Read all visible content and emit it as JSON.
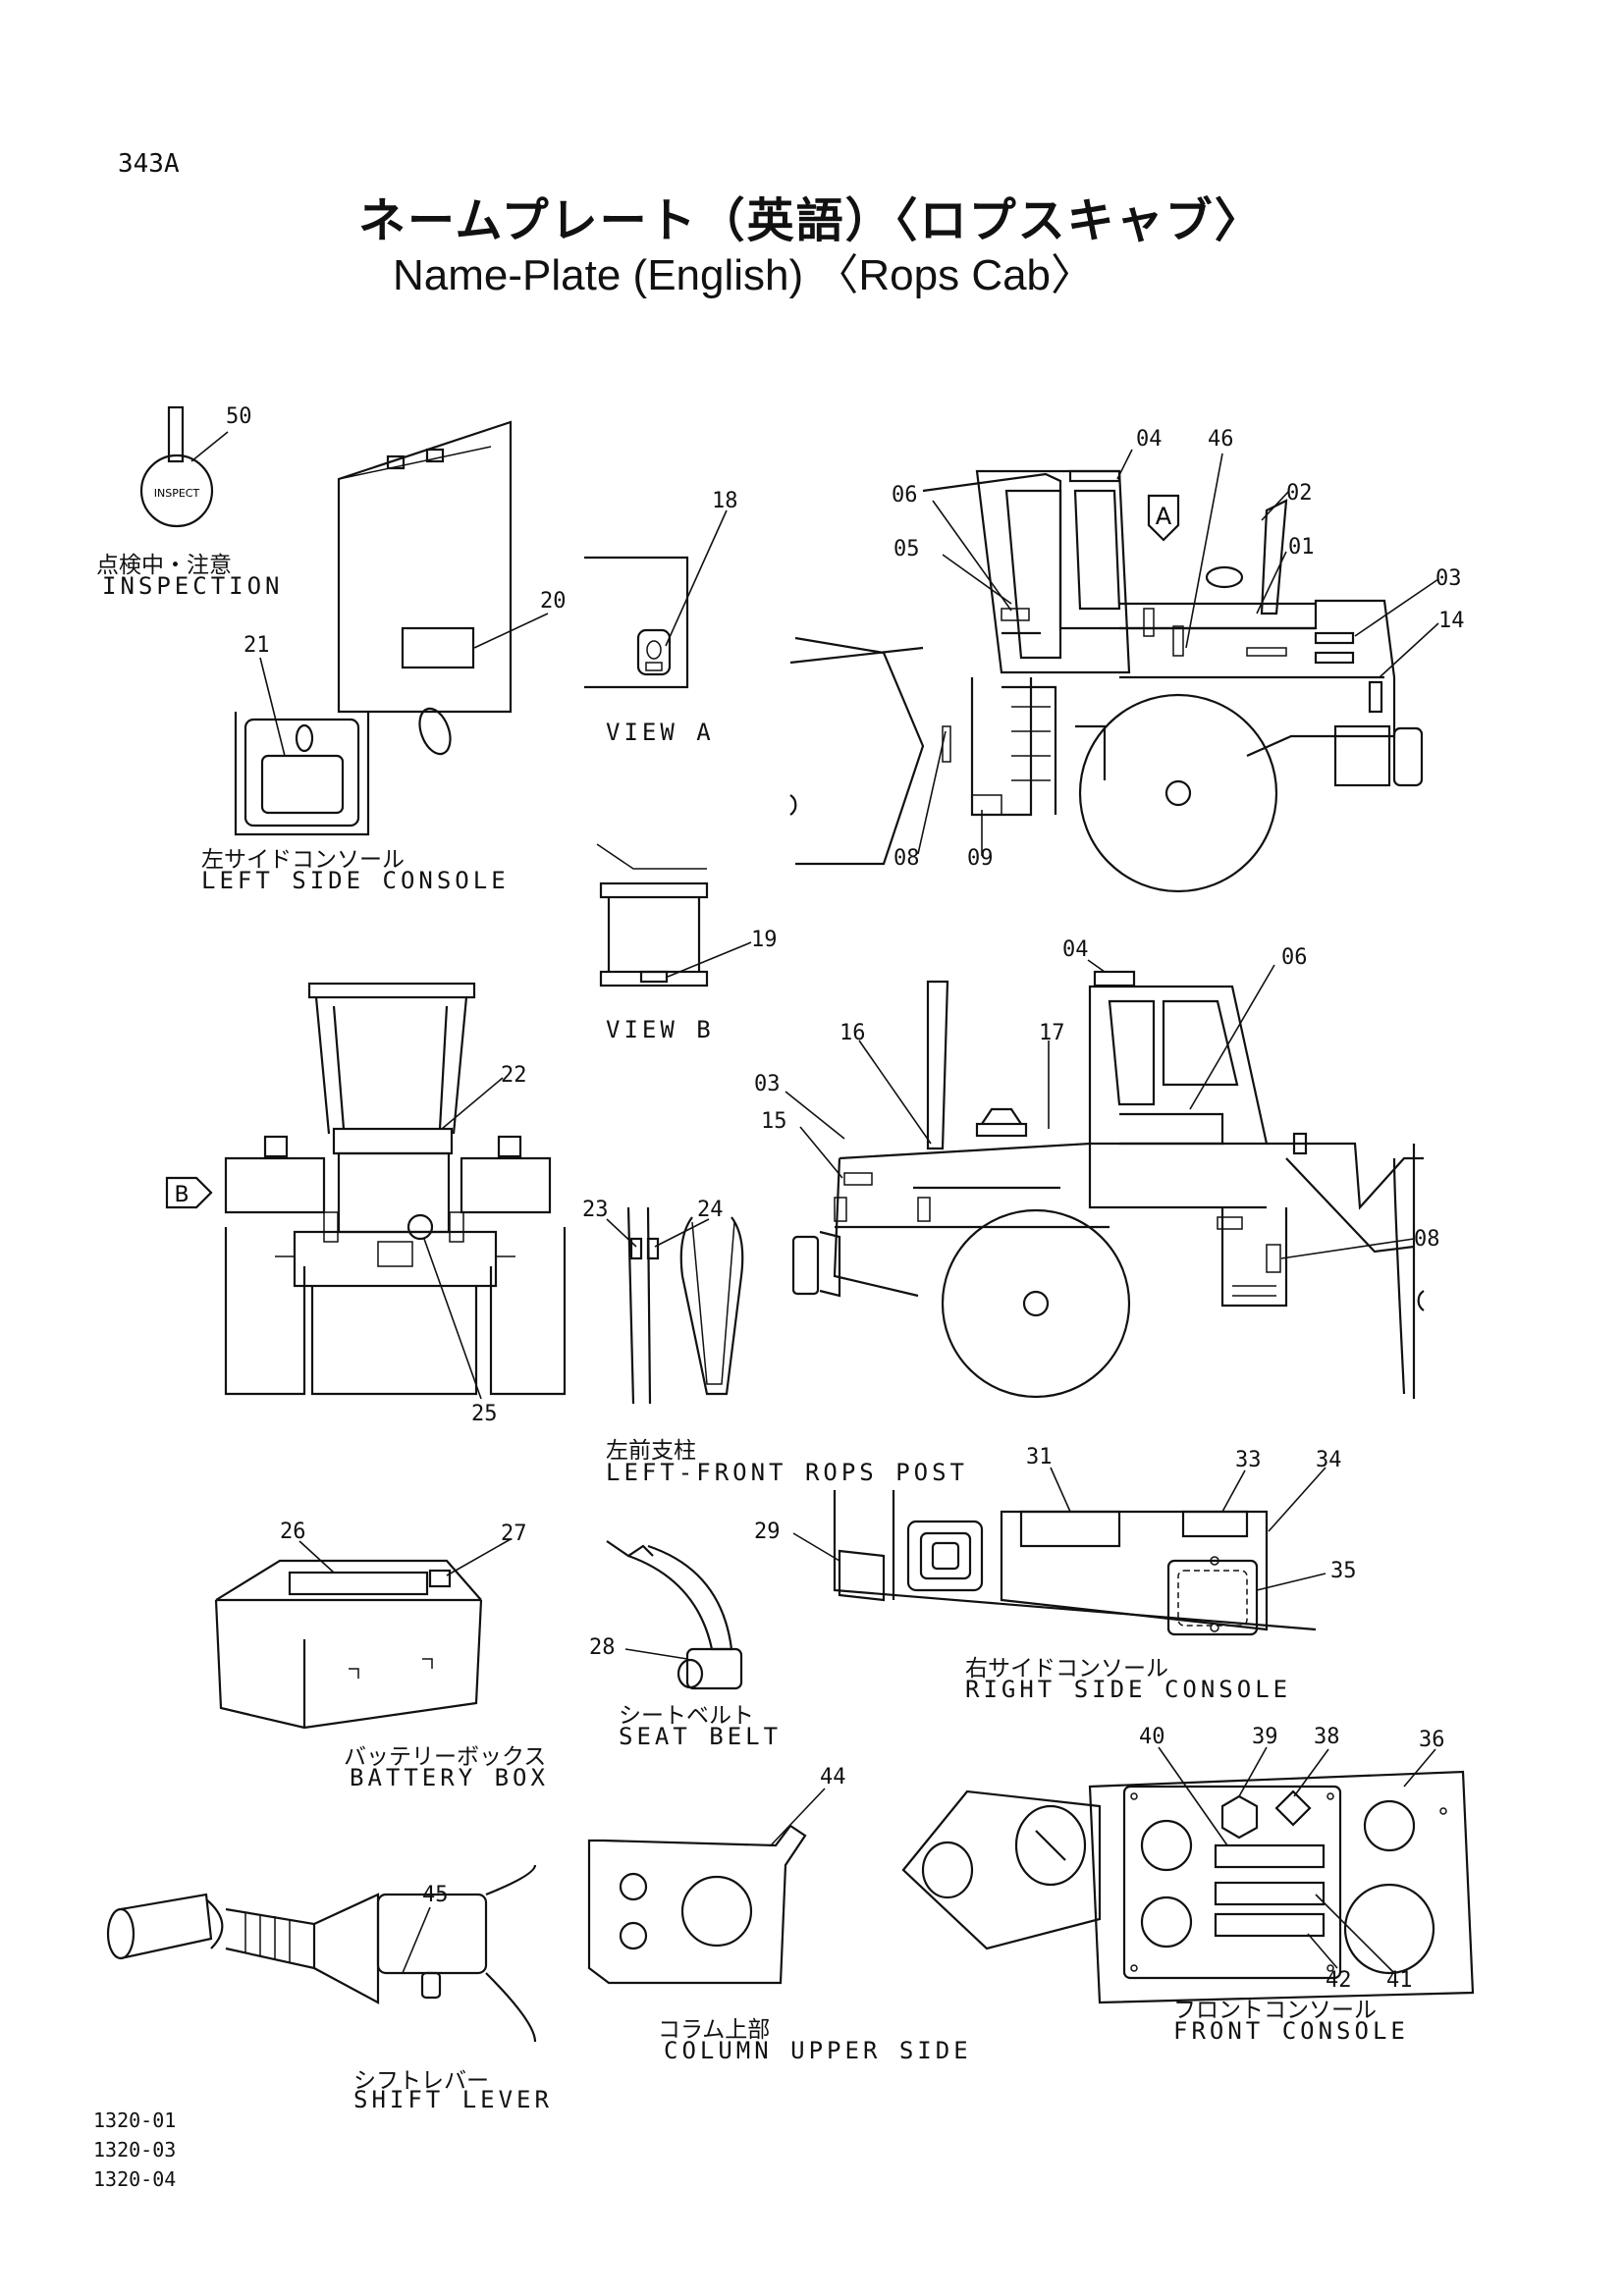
{
  "header": {
    "page_code": "343A",
    "title_jp": "ネームプレート（英語）〈ロプスキャブ〉",
    "title_en": "Name-Plate (English) 〈Rops Cab〉"
  },
  "inspection_plate": {
    "plate_text": "INSPECT",
    "label_jp": "点検中・注意",
    "label_en": "INSPECTION"
  },
  "views": {
    "left_side_console": {
      "jp": "左サイドコンソール",
      "en": "LEFT SIDE CONSOLE"
    },
    "view_a": {
      "en": "VIEW A"
    },
    "view_b": {
      "en": "VIEW B"
    },
    "left_front_post": {
      "jp": "左前支柱",
      "en": "LEFT-FRONT ROPS POST"
    },
    "right_side_console": {
      "jp": "右サイドコンソール",
      "en": "RIGHT SIDE CONSOLE"
    },
    "battery_box": {
      "jp": "バッテリーボックス",
      "en": "BATTERY BOX"
    },
    "seat_belt": {
      "jp": "シートベルト",
      "en": "SEAT BELT"
    },
    "column_upper": {
      "jp": "コラム上部",
      "en": "COLUMN UPPER SIDE"
    },
    "front_console": {
      "jp": "フロントコンソール",
      "en": "FRONT CONSOLE"
    },
    "shift_lever": {
      "jp": "シフトレバー",
      "en": "SHIFT LEVER"
    }
  },
  "view_markers": {
    "a": "A",
    "b": "B"
  },
  "part_numbers": [
    "50",
    "20",
    "21",
    "18",
    "04",
    "46",
    "06",
    "02",
    "05",
    "01",
    "03",
    "14",
    "08",
    "09",
    "19",
    "22",
    "04",
    "06",
    "16",
    "17",
    "03",
    "15",
    "23",
    "24",
    "25",
    "08",
    "31",
    "33",
    "34",
    "29",
    "35",
    "26",
    "27",
    "28",
    "44",
    "40",
    "39",
    "38",
    "36",
    "45",
    "42",
    "41"
  ],
  "footer_refs": [
    "1320-01",
    "1320-03",
    "1320-04"
  ]
}
